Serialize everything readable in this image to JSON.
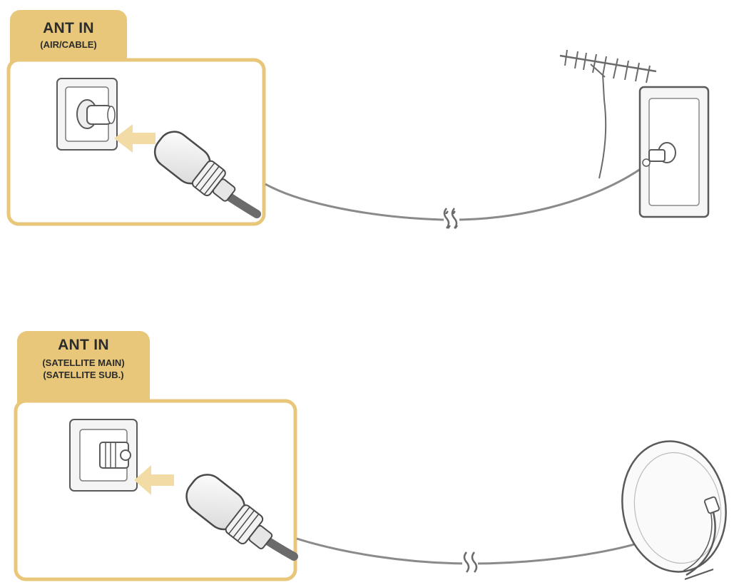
{
  "colors": {
    "accent": "#e9c77a",
    "accent_border": "#d9ac52",
    "cable": "#8a8a8a",
    "outline": "#5a5a5a",
    "arrow": "#f2dba4"
  },
  "panels": [
    {
      "title": "ANT IN",
      "subtitles": [
        "(AIR/CABLE)"
      ],
      "source": "antenna-wall-outlet"
    },
    {
      "title": "ANT IN",
      "subtitles": [
        "(SATELLITE MAIN)",
        "(SATELLITE SUB.)"
      ],
      "source": "satellite-dish"
    }
  ]
}
